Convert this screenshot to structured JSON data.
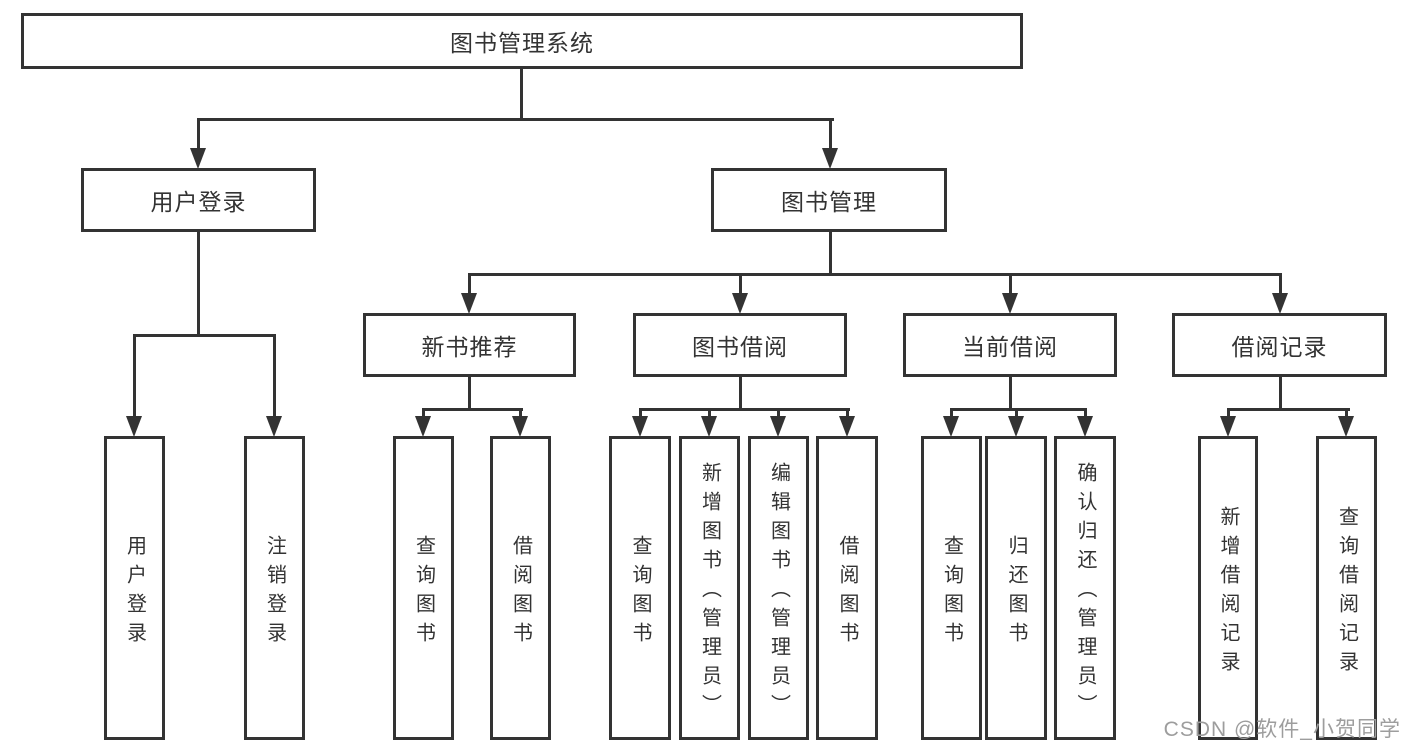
{
  "diagram": {
    "root_label": "图书管理系统",
    "level2": {
      "user_login": "用户登录",
      "book_management": "图书管理"
    },
    "level3": {
      "new_book_recommend": "新书推荐",
      "book_borrow": "图书借阅",
      "current_borrow": "当前借阅",
      "borrow_record": "借阅记录"
    },
    "leaves": {
      "user_login": "用户登录",
      "logout": "注销登录",
      "recommend_query_books": "查询图书",
      "recommend_borrow_books": "借阅图书",
      "borrow_query_books": "查询图书",
      "borrow_add_books_admin": "新增图书（管理员）",
      "borrow_edit_books_admin": "编辑图书（管理员）",
      "borrow_borrow_books": "借阅图书",
      "current_query_books": "查询图书",
      "current_return_books": "归还图书",
      "current_confirm_return_admin": "确认归还（管理员）",
      "record_add_borrow_record": "新增借阅记录",
      "record_query_borrow_record": "查询借阅记录"
    },
    "watermark": "CSDN @软件_小贺同学",
    "colors": {
      "line": "#333333",
      "background": "#ffffff",
      "watermark": "#9d9d9d"
    }
  }
}
